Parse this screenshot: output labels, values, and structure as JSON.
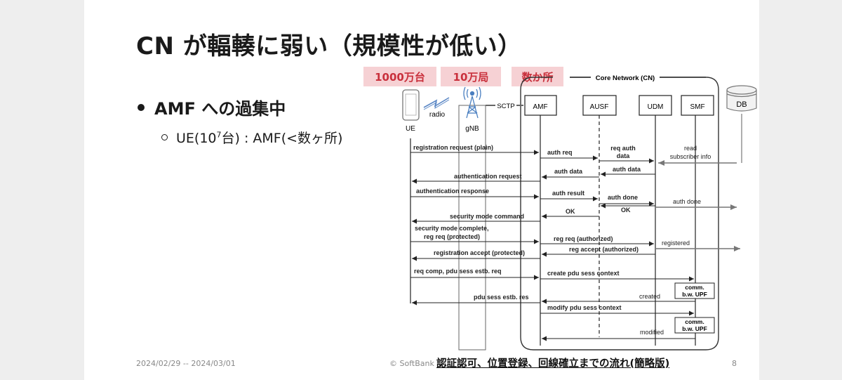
{
  "slide": {
    "title": "CN が輻輳に弱い（規模性が低い）",
    "bullet_main": "AMF への過集中",
    "bullet_sub_prefix": "UE(10",
    "bullet_sub_sup": "7",
    "bullet_sub_suffix": "台) : AMF(<数ヶ所)"
  },
  "tags": [
    "1000万台",
    "10万局",
    "数か所"
  ],
  "footer": {
    "date": "2024/02/29 -- 2024/03/01",
    "copyright": "© SoftBank Co",
    "page": "8",
    "caption": "認証認可、位置登録、回線確立までの流れ(簡略版)"
  },
  "diagram": {
    "core_network_label": "Core Network (CN)",
    "entities": {
      "ue": "UE",
      "gnb": "gNB",
      "radio": "radio",
      "sctp": "SCTP",
      "amf": "AMF",
      "ausf": "AUSF",
      "udm": "UDM",
      "smf": "SMF",
      "db": "DB"
    },
    "messages": {
      "reg_req_plain": "registration request (plain)",
      "auth_req": "auth req",
      "req_auth_data_1": "req auth",
      "req_auth_data_2": "data",
      "read_sub_1": "read",
      "read_sub_2": "subscriber info",
      "auth_data_ausf": "auth data",
      "auth_data_amf": "auth data",
      "authn_request": "authentication request",
      "authn_response": "authentication response",
      "auth_result": "auth result",
      "auth_done_udm": "auth done",
      "auth_done_ext": "auth done",
      "ok_udm": "OK",
      "ok_amf": "OK",
      "sec_mode_cmd": "security mode command",
      "sec_mode_complete_1": "security mode complete,",
      "sec_mode_complete_2": "reg req (protected)",
      "reg_req_auth": "reg req (authorized)",
      "registered": "registered",
      "reg_accept_auth": "reg accept (authorized)",
      "reg_accept_prot": "registration accept (protected)",
      "req_comp_pdu": "req comp, pdu sess estb. req",
      "create_pdu_ctx": "create pdu sess context",
      "comm_upf_1a": "comm.",
      "comm_upf_1b": "b.w. UPF",
      "created": "created",
      "pdu_estb_res": "pdu sess estb. res",
      "modify_pdu_ctx": "modify pdu sess context",
      "comm_upf_2a": "comm.",
      "comm_upf_2b": "b.w. UPF",
      "modified": "modified"
    }
  }
}
